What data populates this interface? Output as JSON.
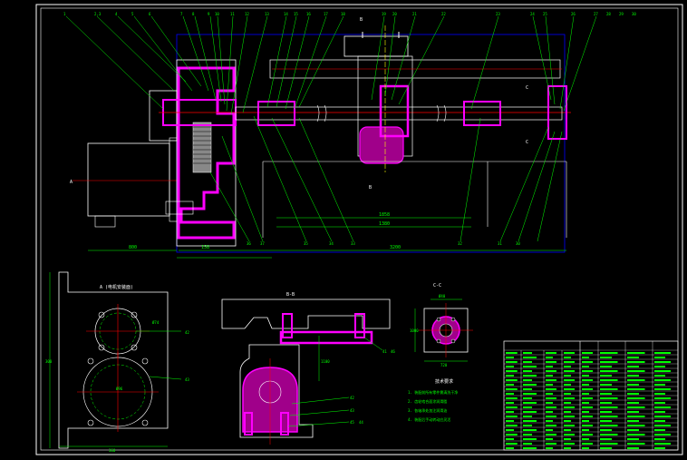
{
  "colors": {
    "background": "#000000",
    "frame": "#ffffff",
    "leader": "#00ff00",
    "part": "#ff00ff",
    "center": "#ff0000",
    "hidden": "#0000ff",
    "centerline": "#ffff00"
  },
  "top_balloons": [
    "1",
    "2,3",
    "4",
    "5",
    "6",
    "7",
    "8",
    "9",
    "10",
    "11",
    "12",
    "13",
    "14",
    "15",
    "16",
    "17",
    "18",
    "19",
    "20",
    "21",
    "22",
    "23",
    "24",
    "25",
    "26",
    "27",
    "28",
    "29",
    "30"
  ],
  "bottom_balloons": [
    "36",
    "37",
    "35",
    "34",
    "33",
    "32",
    "31",
    "30"
  ],
  "section_marks": {
    "b_top": "B",
    "b_bottom": "B",
    "a_arrow": "A",
    "c_top": "C",
    "c_bottom": "C"
  },
  "main_dims": {
    "d1": "800",
    "d2": "158",
    "d3": "1858",
    "d4": "3200",
    "d5": "1380"
  },
  "views": {
    "view_a_title": "A (电机安装面)",
    "view_a_labels": [
      "42",
      "43",
      "Ø74",
      "Ø96"
    ],
    "view_a_dims": [
      "360",
      "300"
    ],
    "view_bb_title": "B-B",
    "view_bb_labels": [
      "41",
      "42",
      "43",
      "45",
      "46",
      "44"
    ],
    "view_bb_dim": "1100",
    "view_cc_title": "C-C",
    "view_cc_dims": [
      "Ø40",
      "720",
      "1000"
    ]
  },
  "tech_requirements": {
    "title": "技术要求",
    "lines": [
      "1. 装配前所有零件需清洗干净",
      "2. 齿轮啮合面涂润滑脂",
      "3. 各轴承处加注润滑油",
      "4. 装配后手动转动应灵活"
    ]
  }
}
